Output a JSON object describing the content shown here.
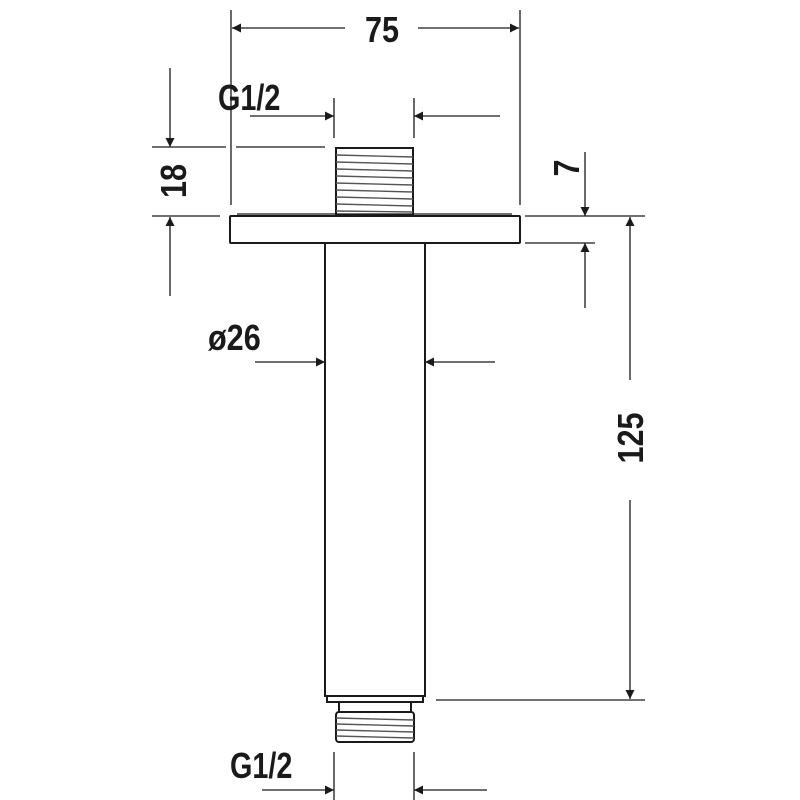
{
  "drawing": {
    "width_dimension": "75",
    "top_thread_label": "G1/2",
    "flange_to_thread_dimension": "18",
    "flange_thickness_dimension": "7",
    "tube_diameter_label": "ø26",
    "length_dimension": "125",
    "bottom_thread_label": "G1/2"
  },
  "colors": {
    "line": "#1a1a1a",
    "background": "#ffffff"
  }
}
